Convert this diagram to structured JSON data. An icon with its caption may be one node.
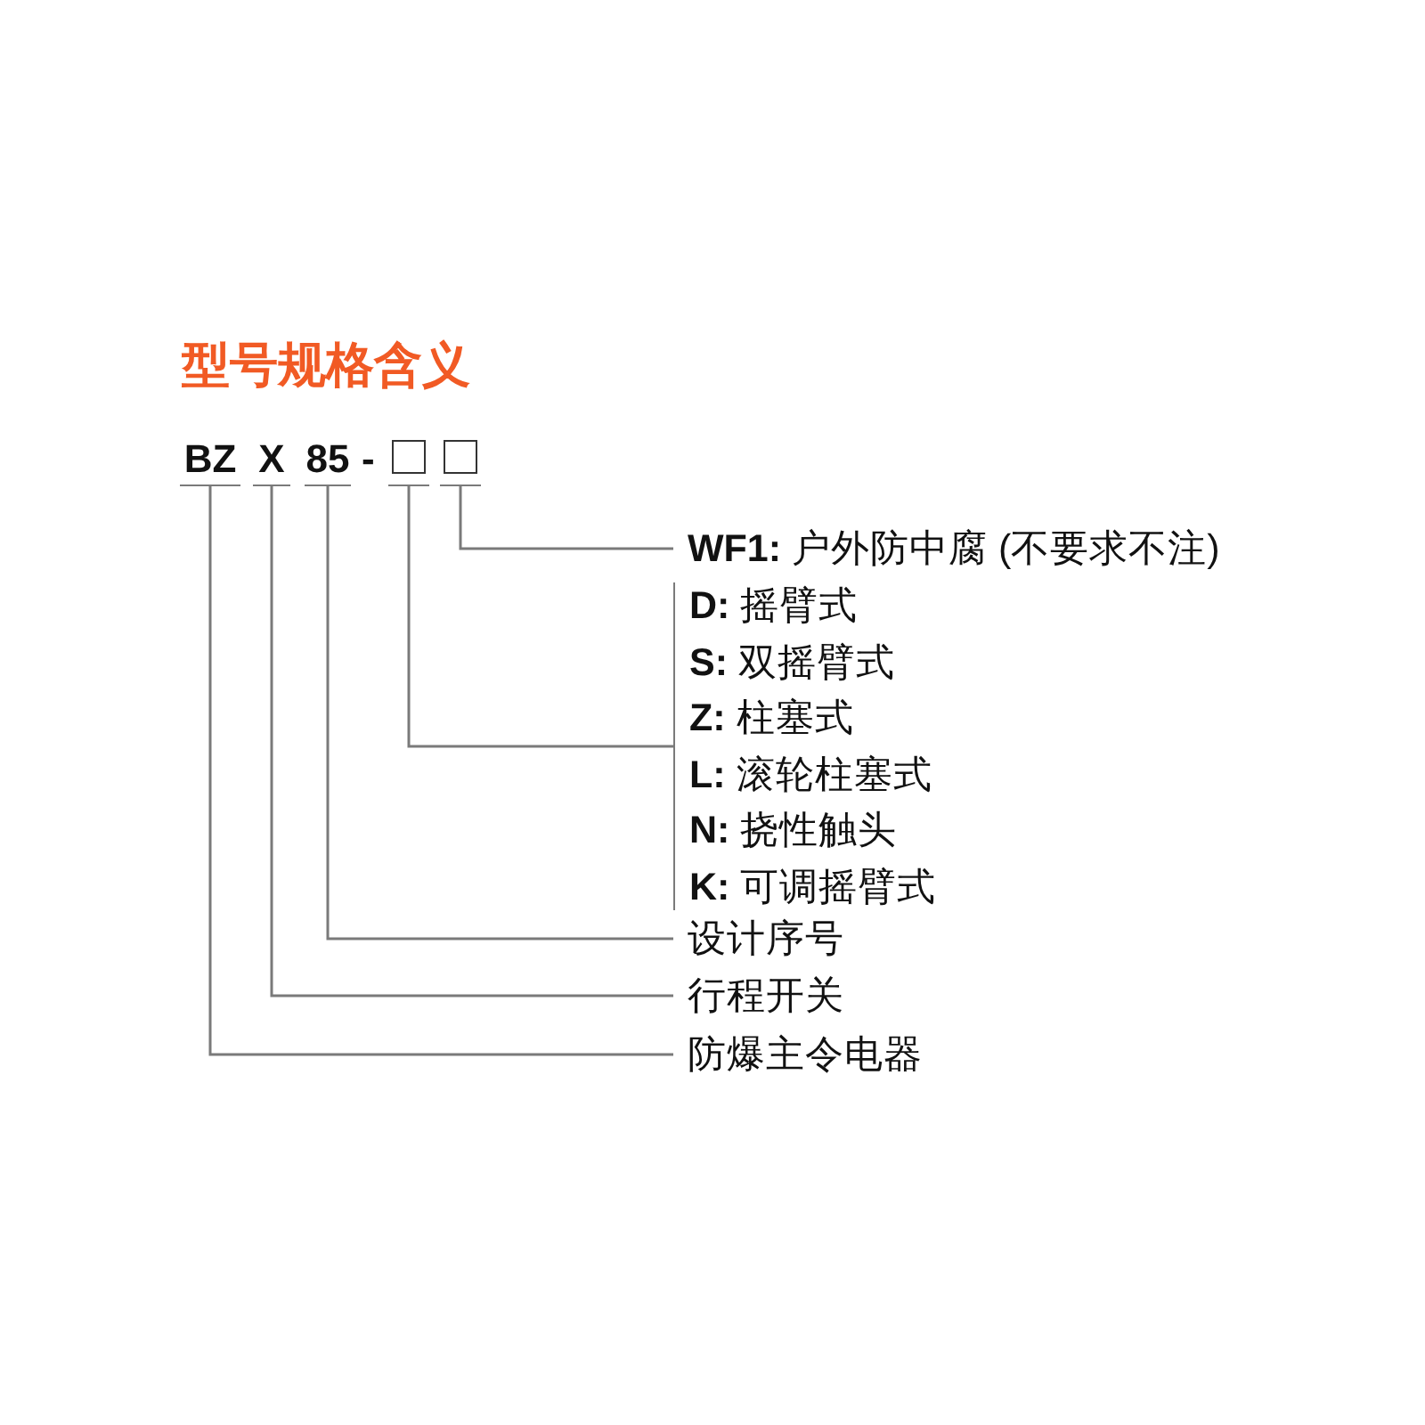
{
  "diagram": {
    "title": "型号规格含义",
    "nodes": [
      {
        "text": [
          "BZ"
        ]
      },
      {
        "text": [
          "X"
        ]
      },
      {
        "text": [
          "85"
        ]
      },
      {
        "text": [],
        "shape": "box"
      },
      {
        "text": [],
        "shape": "box"
      },
      {
        "text": [
          "**WF1:** 户外防中腐 (不要求不注)"
        ]
      },
      {
        "text": [
          "**D:** 摇臂式",
          "**S:** 双摇臂式",
          "**Z:** 柱塞式",
          "**L:** 滚轮柱塞式",
          "**N:** 挠性触头",
          "**K:** 可调摇臂式"
        ]
      },
      {
        "text": [
          "设计序号"
        ]
      },
      {
        "text": [
          "行程开关"
        ]
      },
      {
        "text": [
          "防爆主令电器"
        ]
      }
    ],
    "edges": [
      {
        "from": 4,
        "to": 5,
        "arrow": "none"
      },
      {
        "from": 3,
        "to": 6,
        "arrow": "none"
      },
      {
        "from": 2,
        "to": 7,
        "arrow": "none"
      },
      {
        "from": 1,
        "to": 8,
        "arrow": "none"
      },
      {
        "from": 0,
        "to": 9,
        "arrow": "none"
      }
    ],
    "labels": [
      "-"
    ]
  }
}
